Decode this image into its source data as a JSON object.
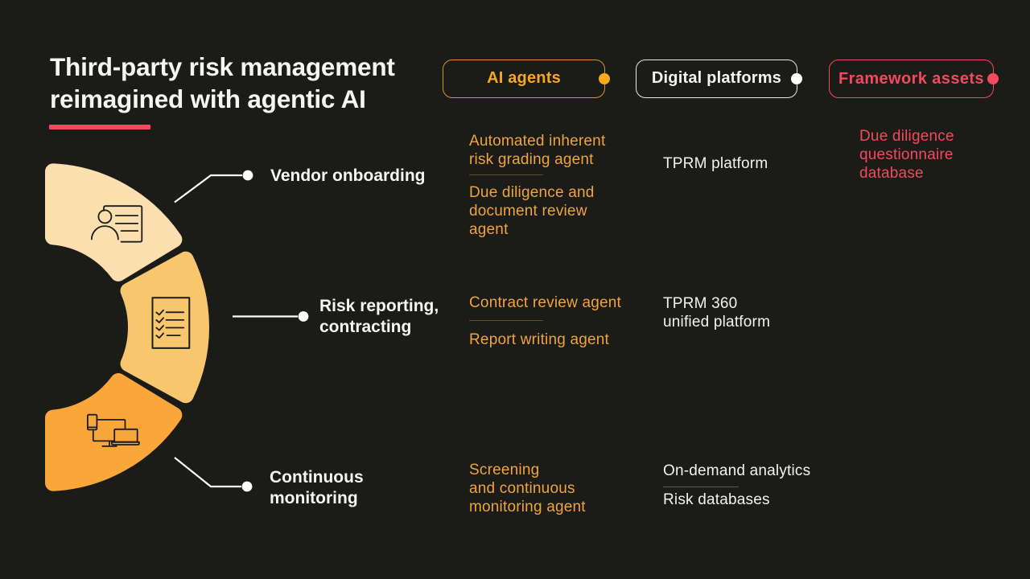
{
  "title": {
    "line1": "Third-party risk management",
    "line2": "reimagined with agentic AI"
  },
  "accent_colors": {
    "title_underline": "#F4485C",
    "orange": "#F6A81F",
    "white": "#FFFFFF",
    "pink": "#F4495D",
    "background": "#1B1B17"
  },
  "legend": [
    {
      "label": "AI agents",
      "color": "#F6A81F"
    },
    {
      "label": "Digital platforms",
      "color": "#FFFFFF"
    },
    {
      "label": "Framework assets",
      "color": "#F4495D"
    }
  ],
  "stages": [
    {
      "lines": [
        "Vendor onboarding"
      ],
      "icon": "contact-card",
      "segment_color": "#FBDFAF"
    },
    {
      "lines": [
        "Risk reporting,",
        "contracting"
      ],
      "icon": "checklist-document",
      "segment_color": "#F8C76D"
    },
    {
      "lines": [
        "Continuous",
        "monitoring"
      ],
      "icon": "connected-devices",
      "segment_color": "#F9A63B"
    }
  ],
  "cells": {
    "r1c1": {
      "groups": [
        [
          "Automated inherent",
          "risk grading agent"
        ],
        [
          "Due diligence and",
          "document review",
          "agent"
        ]
      ]
    },
    "r1c2": {
      "groups": [
        [
          "TPRM platform"
        ]
      ]
    },
    "r1c3": {
      "groups": [
        [
          "Due diligence",
          "questionnaire",
          "database"
        ]
      ]
    },
    "r2c1": {
      "groups": [
        [
          "Contract review agent"
        ],
        [
          "Report writing agent"
        ]
      ]
    },
    "r2c2": {
      "groups": [
        [
          "TPRM 360",
          "unified platform"
        ]
      ]
    },
    "r3c1": {
      "groups": [
        [
          "Screening",
          "and continuous",
          "monitoring agent"
        ]
      ]
    },
    "r3c2": {
      "groups": [
        [
          "On-demand analytics"
        ],
        [
          "Risk databases"
        ]
      ]
    }
  }
}
